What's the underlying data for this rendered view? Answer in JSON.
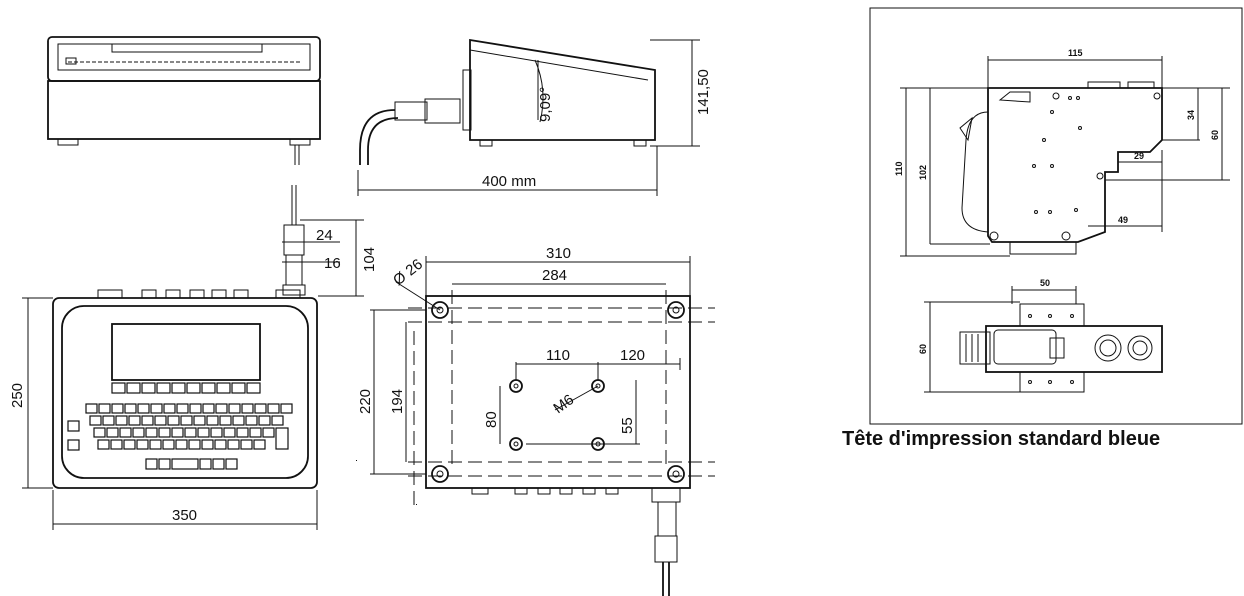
{
  "dimensions": {
    "side_length": "400 mm",
    "side_height": "141,50",
    "tilt_angle": "9,09°",
    "front_width": "350",
    "front_height": "250",
    "connector_24": "24",
    "connector_16": "16",
    "connector_104": "104",
    "bottom_310": "310",
    "bottom_284": "284",
    "bottom_220": "220",
    "bottom_194": "194",
    "hole_dia": "Ø 26",
    "holes_110": "110",
    "holes_120": "120",
    "holes_80": "80",
    "holes_55": "55",
    "thread": "M6",
    "head_115": "115",
    "head_110": "110",
    "head_102": "102",
    "head_34": "34",
    "head_60a": "60",
    "head_29": "29",
    "head_49": "49",
    "head_50": "50",
    "head_60b": "60"
  },
  "caption": "Tête d'impression standard bleue"
}
